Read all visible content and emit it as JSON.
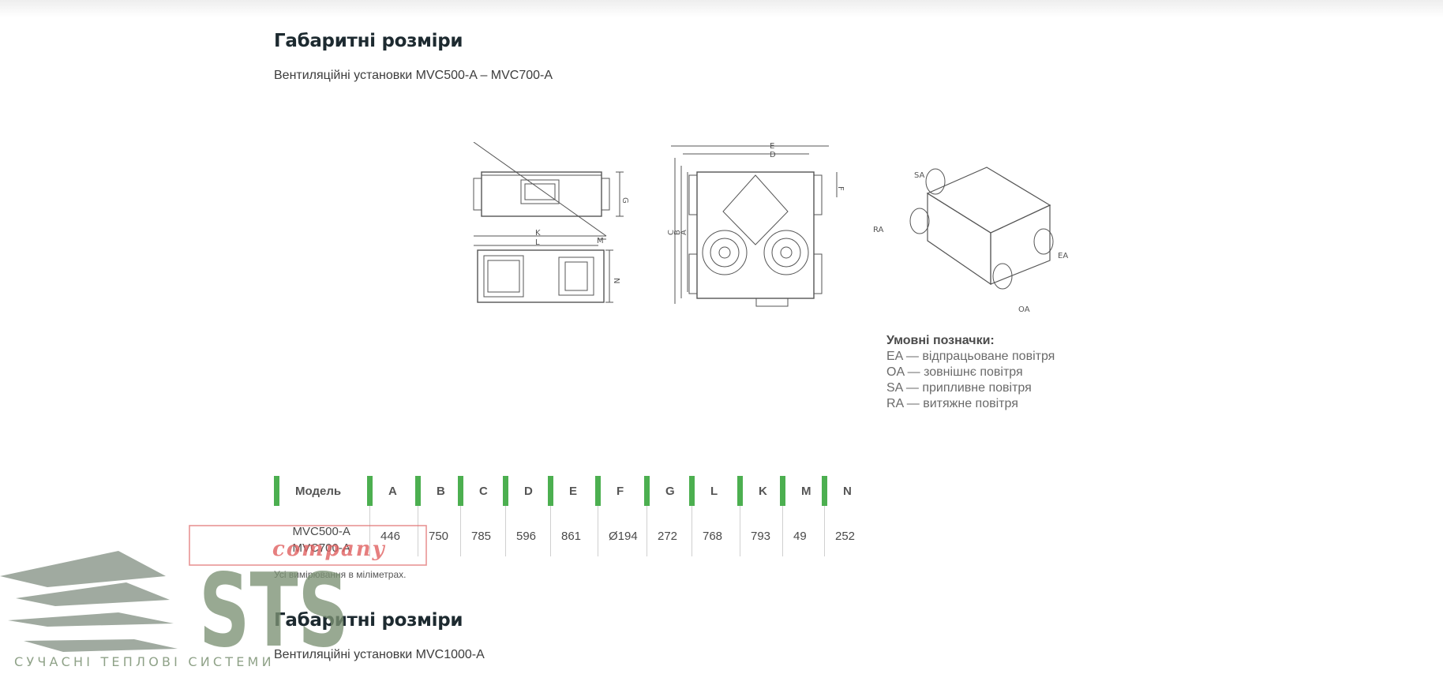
{
  "section1": {
    "title": "Габаритні розміри",
    "subtitle": "Вентиляційні установки MVC500-A – MVC700-A"
  },
  "diagram": {
    "labels": {
      "E": "E",
      "D": "D",
      "C": "C",
      "B": "B",
      "A": "A",
      "F": "F",
      "G": "G",
      "K": "K",
      "L": "L",
      "M": "M",
      "N": "N",
      "SA": "SA",
      "RA": "RA",
      "EA": "EA",
      "OA": "OA"
    }
  },
  "legend": {
    "title": "Умовні позначки:",
    "items": [
      "EA — відпрацьоване повітря",
      "OA — зовнішнє повітря",
      "SA — припливне повітря",
      "RA — витяжне повітря"
    ]
  },
  "table": {
    "headers": [
      "Модель",
      "A",
      "B",
      "C",
      "D",
      "E",
      "F",
      "G",
      "L",
      "K",
      "M",
      "N"
    ],
    "row": {
      "model_line1": "MVC500-A",
      "model_line2": "MVC700-A",
      "values": [
        "446",
        "750",
        "785",
        "596",
        "861",
        "Ø194",
        "272",
        "768",
        "793",
        "49",
        "252"
      ]
    },
    "note": "Усі вимірювання в міліметрах."
  },
  "section2": {
    "title": "Габаритні розміри",
    "subtitle": "Вентиляційні установки MVC1000-A"
  },
  "watermark": {
    "company": "company",
    "brand": "STS",
    "tagline": "СУЧАСНІ ТЕПЛОВІ СИСТЕМИ"
  }
}
